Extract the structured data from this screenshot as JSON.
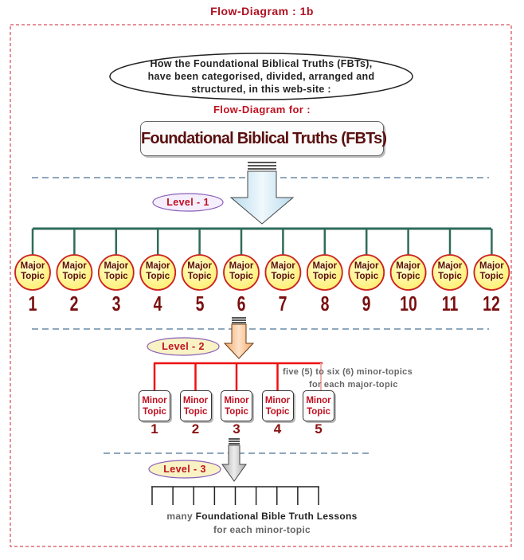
{
  "title": "Flow-Diagram  : 1b",
  "intro": {
    "line1": "How the Foundational Biblical Truths (FBTs),",
    "line2": "have been categorised, divided, arranged and",
    "line3": "structured, in this web-site :"
  },
  "flow_for": "Flow-Diagram for :",
  "fbt_box": "Foundational Biblical Truths (FBTs)",
  "level1": {
    "label": "Level - 1",
    "topics": [
      {
        "label1": "Major",
        "label2": "Topic",
        "number": "1"
      },
      {
        "label1": "Major",
        "label2": "Topic",
        "number": "2"
      },
      {
        "label1": "Major",
        "label2": "Topic",
        "number": "3"
      },
      {
        "label1": "Major",
        "label2": "Topic",
        "number": "4"
      },
      {
        "label1": "Major",
        "label2": "Topic",
        "number": "5"
      },
      {
        "label1": "Major",
        "label2": "Topic",
        "number": "6"
      },
      {
        "label1": "Major",
        "label2": "Topic",
        "number": "7"
      },
      {
        "label1": "Major",
        "label2": "Topic",
        "number": "8"
      },
      {
        "label1": "Major",
        "label2": "Topic",
        "number": "9"
      },
      {
        "label1": "Major",
        "label2": "Topic",
        "number": "10"
      },
      {
        "label1": "Major",
        "label2": "Topic",
        "number": "11"
      },
      {
        "label1": "Major",
        "label2": "Topic",
        "number": "12"
      }
    ]
  },
  "level2": {
    "label": "Level - 2",
    "topics": [
      {
        "label1": "Minor",
        "label2": "Topic",
        "number": "1"
      },
      {
        "label1": "Minor",
        "label2": "Topic",
        "number": "2"
      },
      {
        "label1": "Minor",
        "label2": "Topic",
        "number": "3"
      },
      {
        "label1": "Minor",
        "label2": "Topic",
        "number": "4"
      },
      {
        "label1": "Minor",
        "label2": "Topic",
        "number": "5"
      }
    ],
    "note_line1": "five (5) to six (6) minor-topics",
    "note_line2": "for each major-topic"
  },
  "level3": {
    "label": "Level - 3",
    "bottom_many": "many",
    "bottom_strong": "Foundational Bible Truth Lessons",
    "bottom_line2": "for each minor-topic"
  },
  "colors": {
    "title_red": "#b01020",
    "major_fill": "#ffff99",
    "major_border": "#cc2222",
    "tree_green": "#2f6b5a",
    "level2_red": "#ee1111",
    "dashed_blue": "#1f4f7a",
    "frame_red": "#cc2233",
    "arrow1_fill": "#d9eef8",
    "arrow2_fill": "#f7c293",
    "arrow3_fill": "#cfcfcf"
  }
}
